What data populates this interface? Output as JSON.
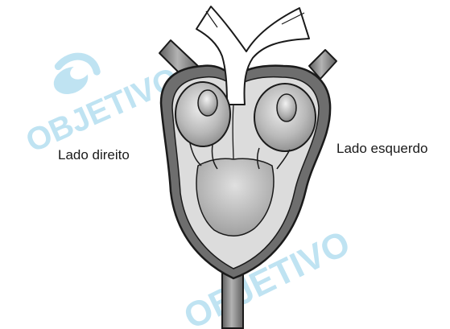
{
  "labels": {
    "right_side": "Lado direito",
    "left_side": "Lado esquerdo"
  },
  "watermarks": [
    {
      "text": "OBJETIVO",
      "logo": true
    },
    {
      "text": "OBJETIVO",
      "logo": false
    }
  ],
  "colors": {
    "watermark": "#bfe3f2",
    "outline": "#1a1a1a",
    "muscle": "#6b6b6b",
    "cavity": "#c4c4c4",
    "vessel": "#8c8c8c"
  }
}
